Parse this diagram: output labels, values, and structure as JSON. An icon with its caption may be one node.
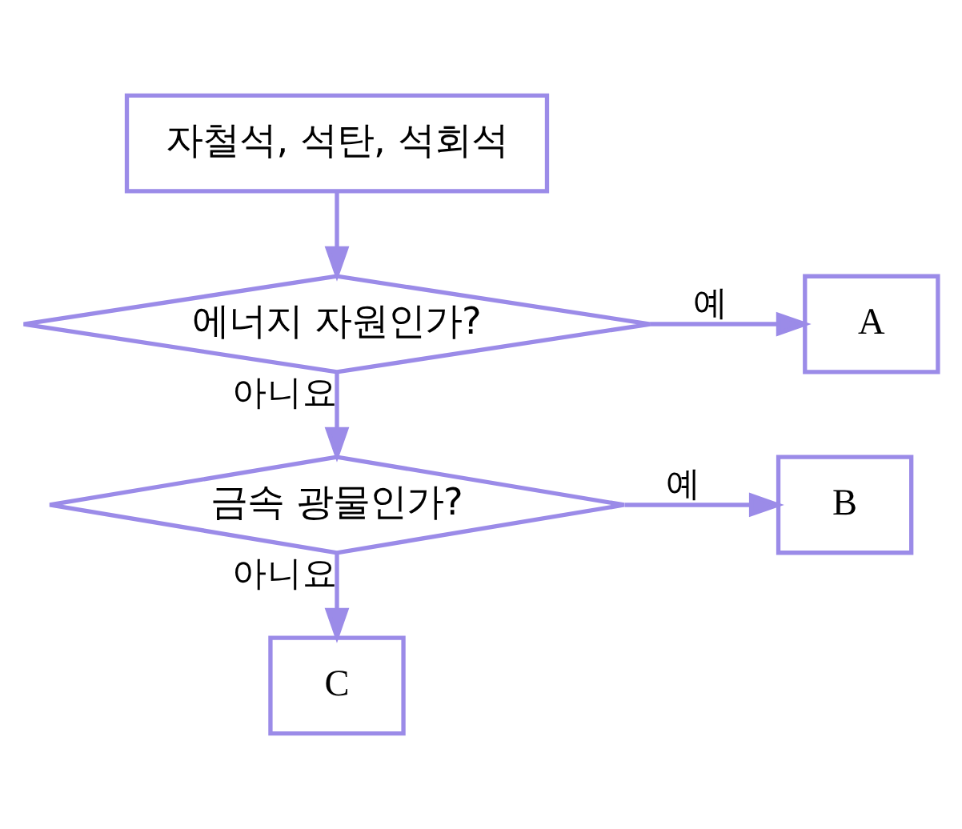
{
  "diagram": {
    "nodes": [
      {
        "text": [
          "자철석, 석탄, 석회석"
        ]
      },
      {
        "text": [
          "에너지 자원인가?"
        ]
      },
      {
        "text": [
          "A"
        ]
      },
      {
        "text": [
          "금속 광물인가?"
        ]
      },
      {
        "text": [
          "B"
        ]
      },
      {
        "text": [
          "C"
        ]
      }
    ],
    "edges": [
      {
        "from": 0,
        "to": 1,
        "arrow": "to"
      },
      {
        "from": 1,
        "to": 2,
        "arrow": "to",
        "label": "예"
      },
      {
        "from": 1,
        "to": 3,
        "arrow": "to",
        "label": "아니요"
      },
      {
        "from": 3,
        "to": 4,
        "arrow": "to",
        "label": "예"
      },
      {
        "from": 3,
        "to": 5,
        "arrow": "to",
        "label": "아니요"
      }
    ]
  }
}
